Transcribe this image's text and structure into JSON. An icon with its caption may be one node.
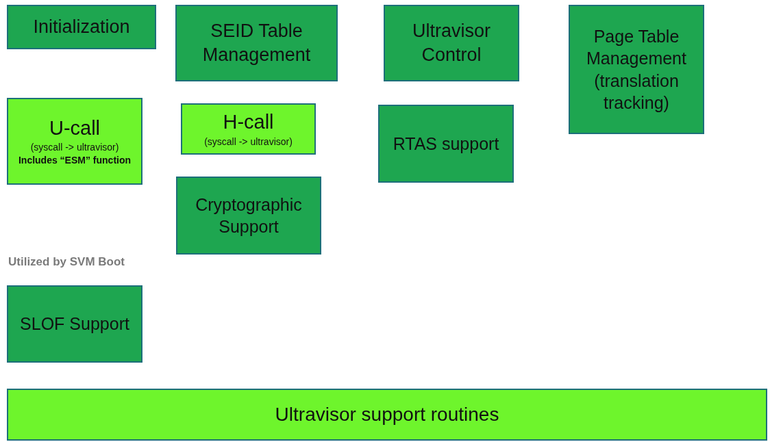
{
  "diagram": {
    "nodes": [
      {
        "text": [
          "Initialization"
        ]
      },
      {
        "text": [
          "SEID Table Management"
        ]
      },
      {
        "text": [
          "Ultravisor Control"
        ]
      },
      {
        "text": [
          "Page Table Management (translation tracking)"
        ]
      },
      {
        "text": [
          "U-call",
          "(syscall -> ultravisor)",
          "Includes “ESM” function"
        ]
      },
      {
        "text": [
          "H-call",
          "(syscall -> ultravisor)"
        ]
      },
      {
        "text": [
          "RTAS support"
        ]
      },
      {
        "text": [
          "Cryptographic Support"
        ]
      },
      {
        "text": [
          "SLOF Support"
        ]
      },
      {
        "text": [
          "Ultravisor support routines"
        ]
      }
    ],
    "labels": [
      "Utilized by SVM Boot"
    ]
  }
}
